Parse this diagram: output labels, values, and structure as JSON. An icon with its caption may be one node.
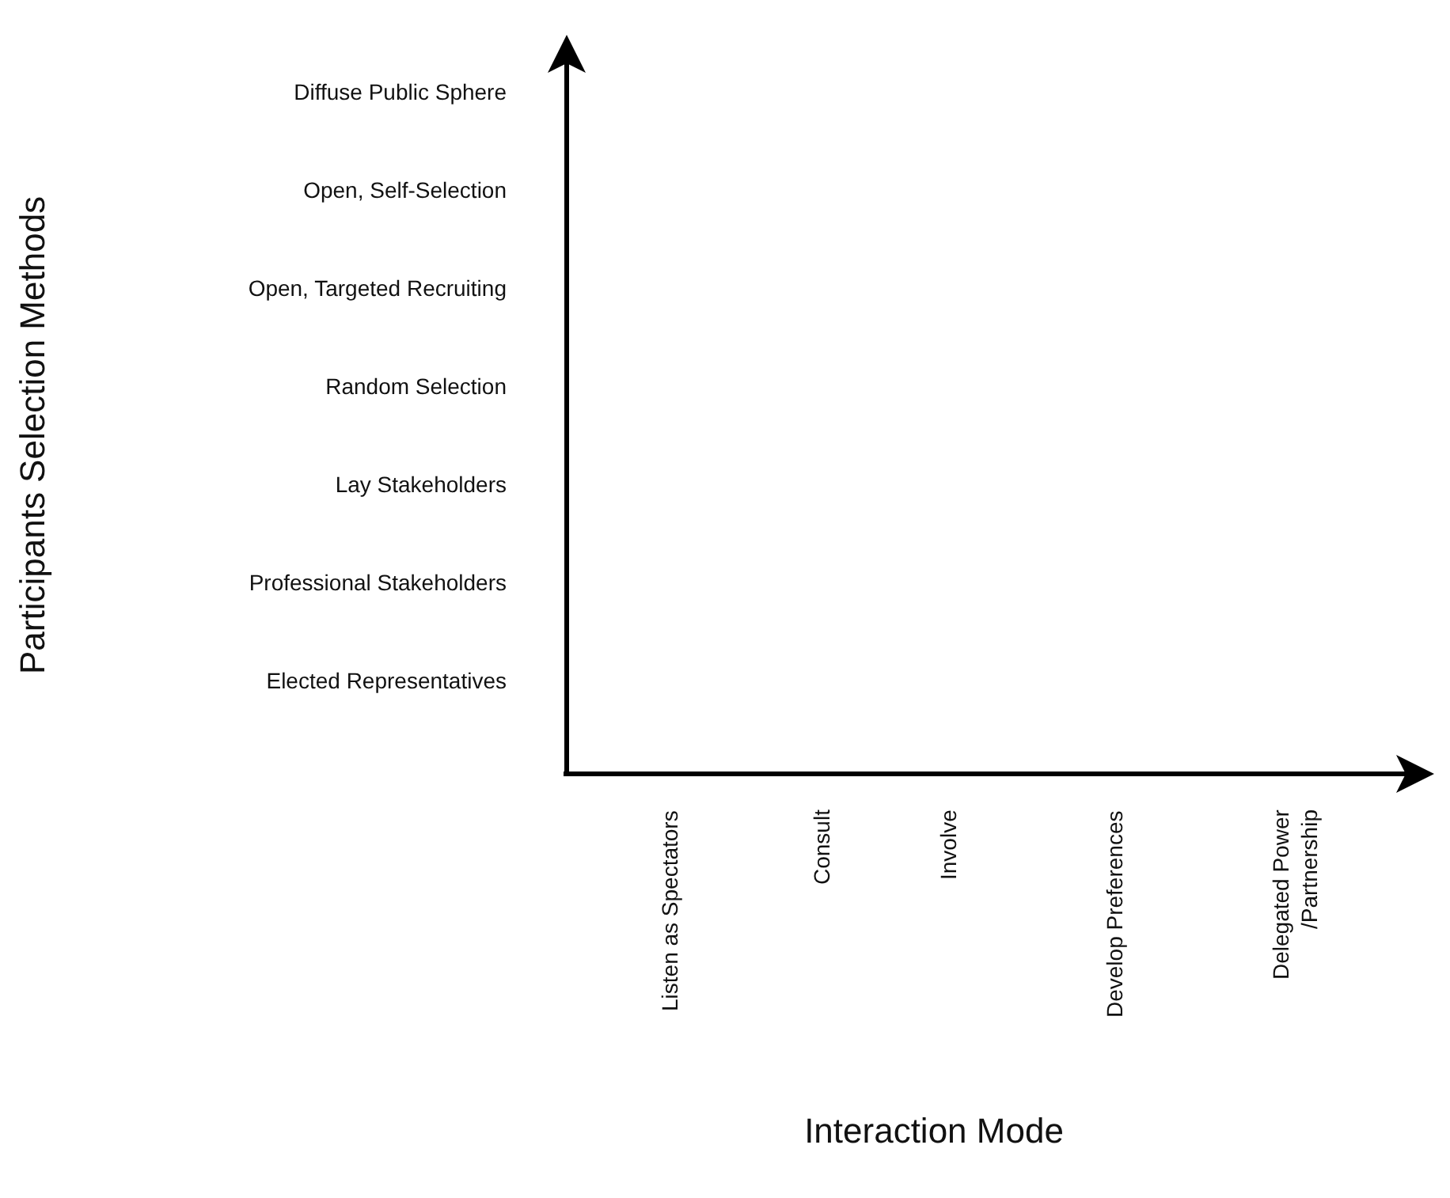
{
  "diagram": {
    "labels": [
      "Participants Selection Methods",
      "Diffuse Public Sphere",
      "Open, Self-Selection",
      "Open, Targeted Recruiting",
      "Random Selection",
      "Lay Stakeholders",
      "Professional Stakeholders",
      "Elected Representatives",
      "Listen as Spectators",
      "Consult",
      "Involve",
      "Develop Preferences",
      "Delegated Power /Partnership",
      "Interaction Mode"
    ]
  }
}
